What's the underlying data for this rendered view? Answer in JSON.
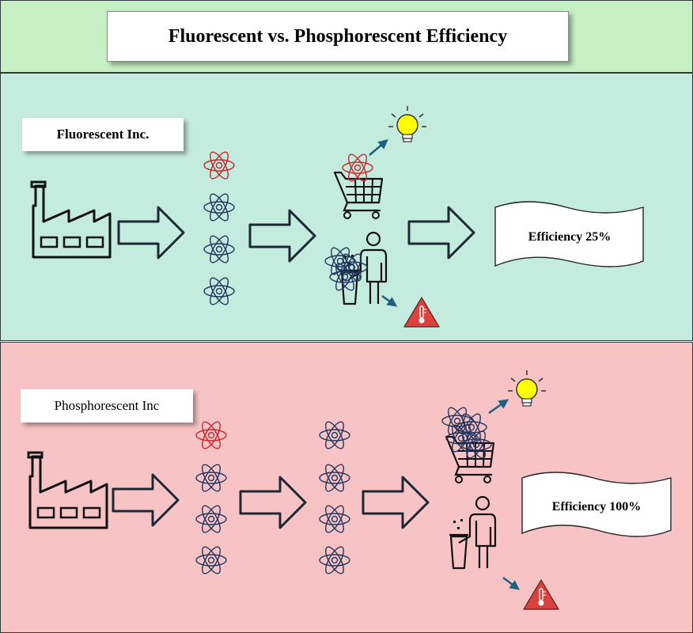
{
  "header": {
    "title": "Fluorescent vs. Phosphorescent Efficiency"
  },
  "fluorescent": {
    "name": "Fluorescent Inc.",
    "efficiency_label": "Efficiency 25%",
    "atom_colors": [
      "red",
      "blue",
      "blue",
      "blue"
    ]
  },
  "phosphorescent": {
    "name": "Phosphorescent Inc",
    "efficiency_label": "Efficiency 100%",
    "atom_colors": [
      "red",
      "blue",
      "blue",
      "blue"
    ]
  },
  "colors": {
    "title_band": "#c6efc4",
    "fluorescent_band": "#c3ebde",
    "phosphorescent_band": "#f8c3c5",
    "atom_red": "#c8282a",
    "atom_blue": "#23365e",
    "arrow_teal": "#1f5f80",
    "bulb_yellow": "#ffff00",
    "warning_red": "#d9423d"
  },
  "icons": [
    "factory-icon",
    "atom-icon",
    "shopping-cart-icon",
    "person-trash-icon",
    "light-bulb-icon",
    "thermometer-warning-icon",
    "efficiency-banner"
  ]
}
